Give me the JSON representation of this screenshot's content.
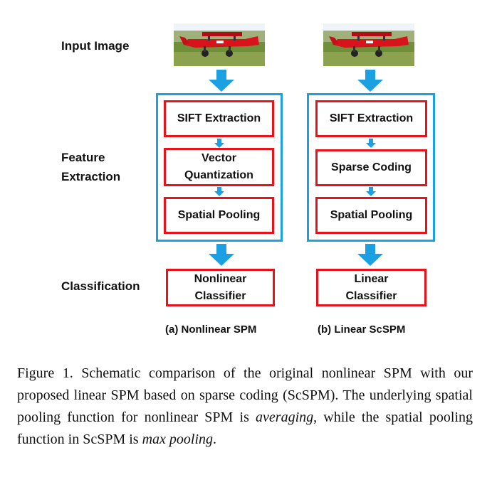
{
  "labels": {
    "input_image": "Input Image",
    "feature_extraction": "Feature\nExtraction",
    "classification": "Classification"
  },
  "columns": [
    {
      "steps": [
        "SIFT Extraction",
        "Vector\nQuantization",
        "Spatial Pooling"
      ],
      "classifier": "Nonlinear\nClassifier",
      "caption": "(a) Nonlinear SPM"
    },
    {
      "steps": [
        "SIFT Extraction",
        "Sparse Coding",
        "Spatial Pooling"
      ],
      "classifier": "Linear\nClassifier",
      "caption": "(b) Linear ScSPM"
    }
  ],
  "figure_caption": {
    "part1": "Figure 1. Schematic comparison of the original nonlinear SPM with our proposed linear SPM based on sparse coding (ScSPM). The underlying spatial pooling function for nonlinear SPM is ",
    "emph1": "averaging",
    "part2": ", while the spatial pooling function in ScSPM is ",
    "emph2": "max pooling",
    "part3": "."
  },
  "colors": {
    "outer_box": "#1ba1e2",
    "step_box": "#e8121a",
    "arrow": "#1ba1e2",
    "airplane": "#d8131b",
    "grass": "#6f8f3a",
    "sky": "#eef4f8"
  },
  "icons": [
    "airplane-photo",
    "arrow-down-icon"
  ]
}
